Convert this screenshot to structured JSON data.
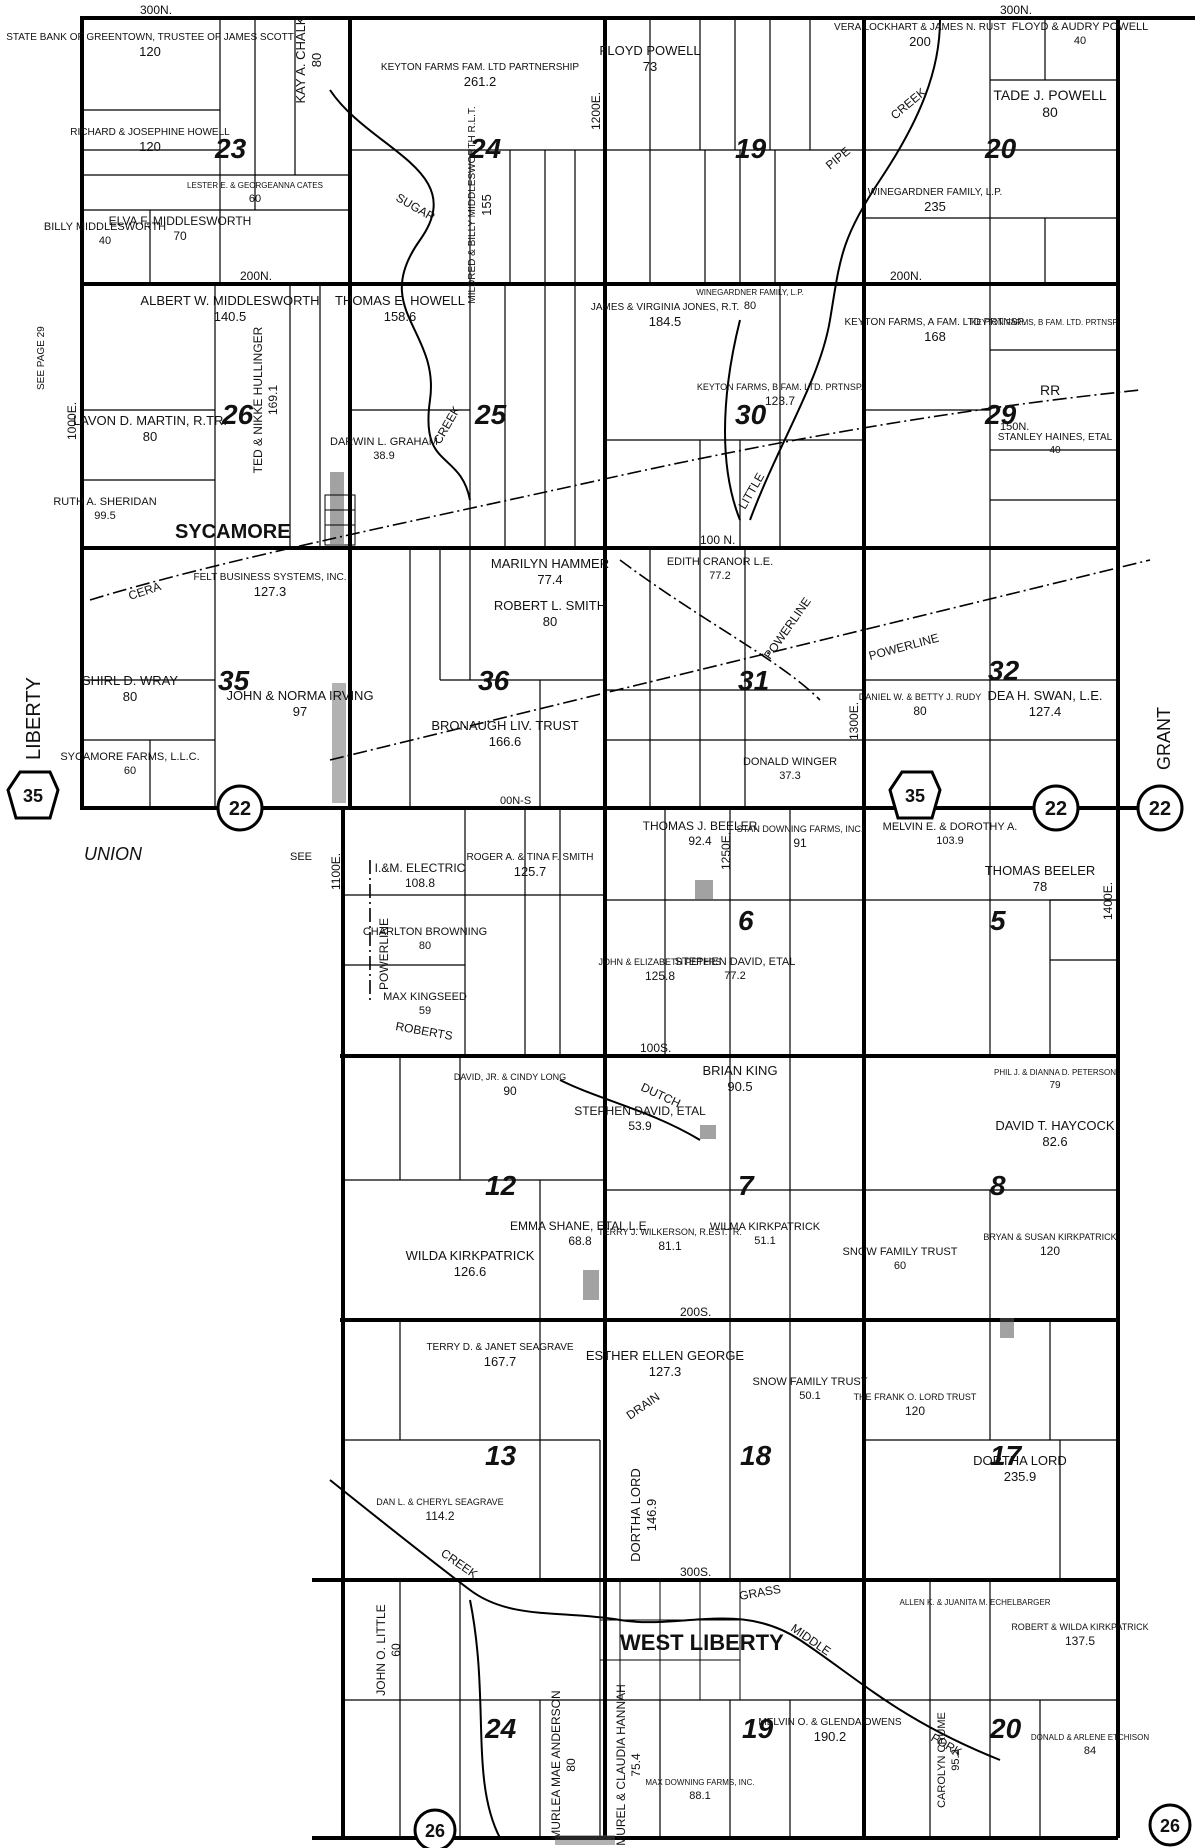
{
  "colors": {
    "ink": "#000000",
    "paper": "#ffffff"
  },
  "roads_text": {
    "r300n_left": "300N.",
    "r300n_right": "300N.",
    "r200n_left": "200N.",
    "r200n_right": "200N.",
    "r100n": "100 N.",
    "r150n": "150N.",
    "r100s": "100S.",
    "r200s": "200S.",
    "r300s": "300S.",
    "r1000e": "1000E.",
    "r1100e": "1100E.",
    "r1200e": "1200E.",
    "r1250e": "1250E.",
    "r1300e": "1300E.",
    "r1400e": "1400E.",
    "roberts": "ROBERTS",
    "dutch": "DUTCH",
    "drain": "DRAIN",
    "roads_00ns": "00N-S"
  },
  "labels": {
    "see_page": "SEE PAGE 29",
    "see": "SEE",
    "liberty": "LIBERTY",
    "union": "UNION",
    "grant": "GRANT",
    "sycamore": "SYCAMORE",
    "west_liberty": "WEST LIBERTY",
    "cera": "CERA",
    "powerline": "POWERLINE",
    "rr": "RR",
    "sugar": "SUGAR",
    "creek": "CREEK",
    "little": "LITTLE",
    "pipe": "PIPE",
    "grass": "GRASS",
    "middle": "MIDDLE",
    "fork": "FORK"
  },
  "shields": {
    "us35_left": "35",
    "sr22_left": "22",
    "us35_mid": "35",
    "sr22_mid": "22",
    "sr22_right": "22",
    "sr26_bottom": "26",
    "sr26_right": "26"
  },
  "sections": [
    "23",
    "24",
    "19",
    "20",
    "26",
    "25",
    "30",
    "29",
    "35",
    "36",
    "31",
    "32",
    "6",
    "5",
    "12",
    "7",
    "8",
    "13",
    "18",
    "17",
    "24",
    "19",
    "20"
  ],
  "parcels": [
    {
      "name": "STATE BANK OF GREENTOWN, TRUSTEE OF JAMES SCOTT",
      "acres": "120"
    },
    {
      "name": "KAY A. CHALK",
      "acres": "80"
    },
    {
      "name": "KEYTON FARMS FAM. LTD PARTNERSHIP",
      "acres": "261.2"
    },
    {
      "name": "FLOYD POWELL",
      "acres": "73"
    },
    {
      "name": "VERA LOCKHART & JAMES N. RUST",
      "acres": "200"
    },
    {
      "name": "FLOYD & AUDRY POWELL",
      "acres": "40"
    },
    {
      "name": "TADE J. POWELL",
      "acres": "80"
    },
    {
      "name": "RICHARD & JOSEPHINE HOWELL",
      "acres": "120"
    },
    {
      "name": "LESTER E. & GEORGEANNA CATES",
      "acres": "60"
    },
    {
      "name": "MILDRED & BILLY MIDDLESWORTH R.L.T.",
      "acres": "155"
    },
    {
      "name": "WINEGARDNER FAMILY, L.P.",
      "acres": "235"
    },
    {
      "name": "BILLY MIDDLESWORTH",
      "acres": "40"
    },
    {
      "name": "ELVA F. MIDDLESWORTH",
      "acres": "70"
    },
    {
      "name": "ALBERT W. MIDDLESWORTH",
      "acres": "140.5"
    },
    {
      "name": "THOMAS E. HOWELL",
      "acres": "158.6"
    },
    {
      "name": "JAMES & VIRGINIA JONES, R.T.",
      "acres": "184.5"
    },
    {
      "name": "WINEGARDNER FAMILY, L.P.",
      "acres": "80"
    },
    {
      "name": "KEYTON FARMS, A FAM. LTD PRTNSP.",
      "acres": "168"
    },
    {
      "name": "KEYTON FARMS, B FAM. LTD. PRTNSP.",
      "acres": ""
    },
    {
      "name": "LAVON D. MARTIN, R.TR.",
      "acres": "80"
    },
    {
      "name": "TED & NIKKE HULLINGER",
      "acres": "169.1"
    },
    {
      "name": "KEYTON FARMS, B FAM. LTD. PRTNSP.",
      "acres": "123.7"
    },
    {
      "name": "STANLEY HAINES, ETAL",
      "acres": "40"
    },
    {
      "name": "DARWIN L. GRAHAM",
      "acres": "38.9"
    },
    {
      "name": "RUTH A. SHERIDAN",
      "acres": "99.5"
    },
    {
      "name": "FELT BUSINESS SYSTEMS, INC.",
      "acres": "127.3"
    },
    {
      "name": "MARILYN HAMMER",
      "acres": "77.4"
    },
    {
      "name": "ROBERT L. SMITH",
      "acres": "80"
    },
    {
      "name": "EDITH CRANOR L.E.",
      "acres": "77.2"
    },
    {
      "name": "JOHN & NORMA IRVING",
      "acres": "97"
    },
    {
      "name": "SHIRL D. WRAY",
      "acres": "80"
    },
    {
      "name": "BRONAUGH LIV. TRUST",
      "acres": "166.6"
    },
    {
      "name": "DANIEL W. & BETTY J. RUDY",
      "acres": "80"
    },
    {
      "name": "DEA H. SWAN, L.E.",
      "acres": "127.4"
    },
    {
      "name": "SYCAMORE FARMS, L.L.C.",
      "acres": "60"
    },
    {
      "name": "DONALD WINGER",
      "acres": "37.3"
    },
    {
      "name": "I.&M. ELECTRIC",
      "acres": "108.8"
    },
    {
      "name": "ROGER A. & TINA F. SMITH",
      "acres": "125.7"
    },
    {
      "name": "THOMAS J. BEELER",
      "acres": "92.4"
    },
    {
      "name": "STAN DOWNING FARMS, INC.",
      "acres": "91"
    },
    {
      "name": "MELVIN E. & DOROTHY A.",
      "acres": "103.9"
    },
    {
      "name": "THOMAS BEELER",
      "acres": "78"
    },
    {
      "name": "CHARLTON BROWNING",
      "acres": "80"
    },
    {
      "name": "JOHN & ELIZABETH PETERS",
      "acres": "125.8"
    },
    {
      "name": "STEPHEN DAVID, ETAL",
      "acres": "77.2"
    },
    {
      "name": "MAX KINGSEED",
      "acres": "59"
    },
    {
      "name": "BRIAN KING",
      "acres": "90.5"
    },
    {
      "name": "DAVID, JR. & CINDY LONG",
      "acres": "90"
    },
    {
      "name": "STEPHEN DAVID, ETAL",
      "acres": "53.9"
    },
    {
      "name": "DAVID T. HAYCOCK",
      "acres": "82.6"
    },
    {
      "name": "PHIL J. & DIANNA D. PETERSON",
      "acres": "79"
    },
    {
      "name": "EMMA SHANE, ETAL L.E.",
      "acres": "68.8"
    },
    {
      "name": "TERRY J. WILKERSON, R.EST.TR.",
      "acres": "81.1"
    },
    {
      "name": "WILMA KIRKPATRICK",
      "acres": "51.1"
    },
    {
      "name": "SNOW FAMILY TRUST",
      "acres": "60"
    },
    {
      "name": "BRYAN & SUSAN KIRKPATRICK",
      "acres": "120"
    },
    {
      "name": "WILDA KIRKPATRICK",
      "acres": "126.6"
    },
    {
      "name": "TERRY D. & JANET SEAGRAVE",
      "acres": "167.7"
    },
    {
      "name": "ESTHER ELLEN GEORGE",
      "acres": "127.3"
    },
    {
      "name": "SNOW FAMILY TRUST",
      "acres": "50.1"
    },
    {
      "name": "THE FRANK O. LORD TRUST",
      "acres": "120"
    },
    {
      "name": "DORTHA LORD",
      "acres": "235.9"
    },
    {
      "name": "DAN L. & CHERYL SEAGRAVE",
      "acres": "114.2"
    },
    {
      "name": "DORTHA LORD",
      "acres": "146.9"
    },
    {
      "name": "ALLEN K. & JUANITA M. ECHELBARGER",
      "acres": ""
    },
    {
      "name": "ROBERT & WILDA KIRKPATRICK",
      "acres": "137.5"
    },
    {
      "name": "MELVIN O. & GLENDA OWENS",
      "acres": "190.2"
    },
    {
      "name": "DONALD & ARLENE ETCHISON",
      "acres": "84"
    },
    {
      "name": "JOHN O. LITTLE",
      "acres": "60"
    },
    {
      "name": "MURLEA MAE ANDERSON",
      "acres": "80"
    },
    {
      "name": "MUREL & CLAUDIA HANNAH",
      "acres": "75.4"
    },
    {
      "name": "MAX DOWNING FARMS, INC.",
      "acres": "88.1"
    },
    {
      "name": "CAROLYN CRUME",
      "acres": "95.2"
    }
  ]
}
